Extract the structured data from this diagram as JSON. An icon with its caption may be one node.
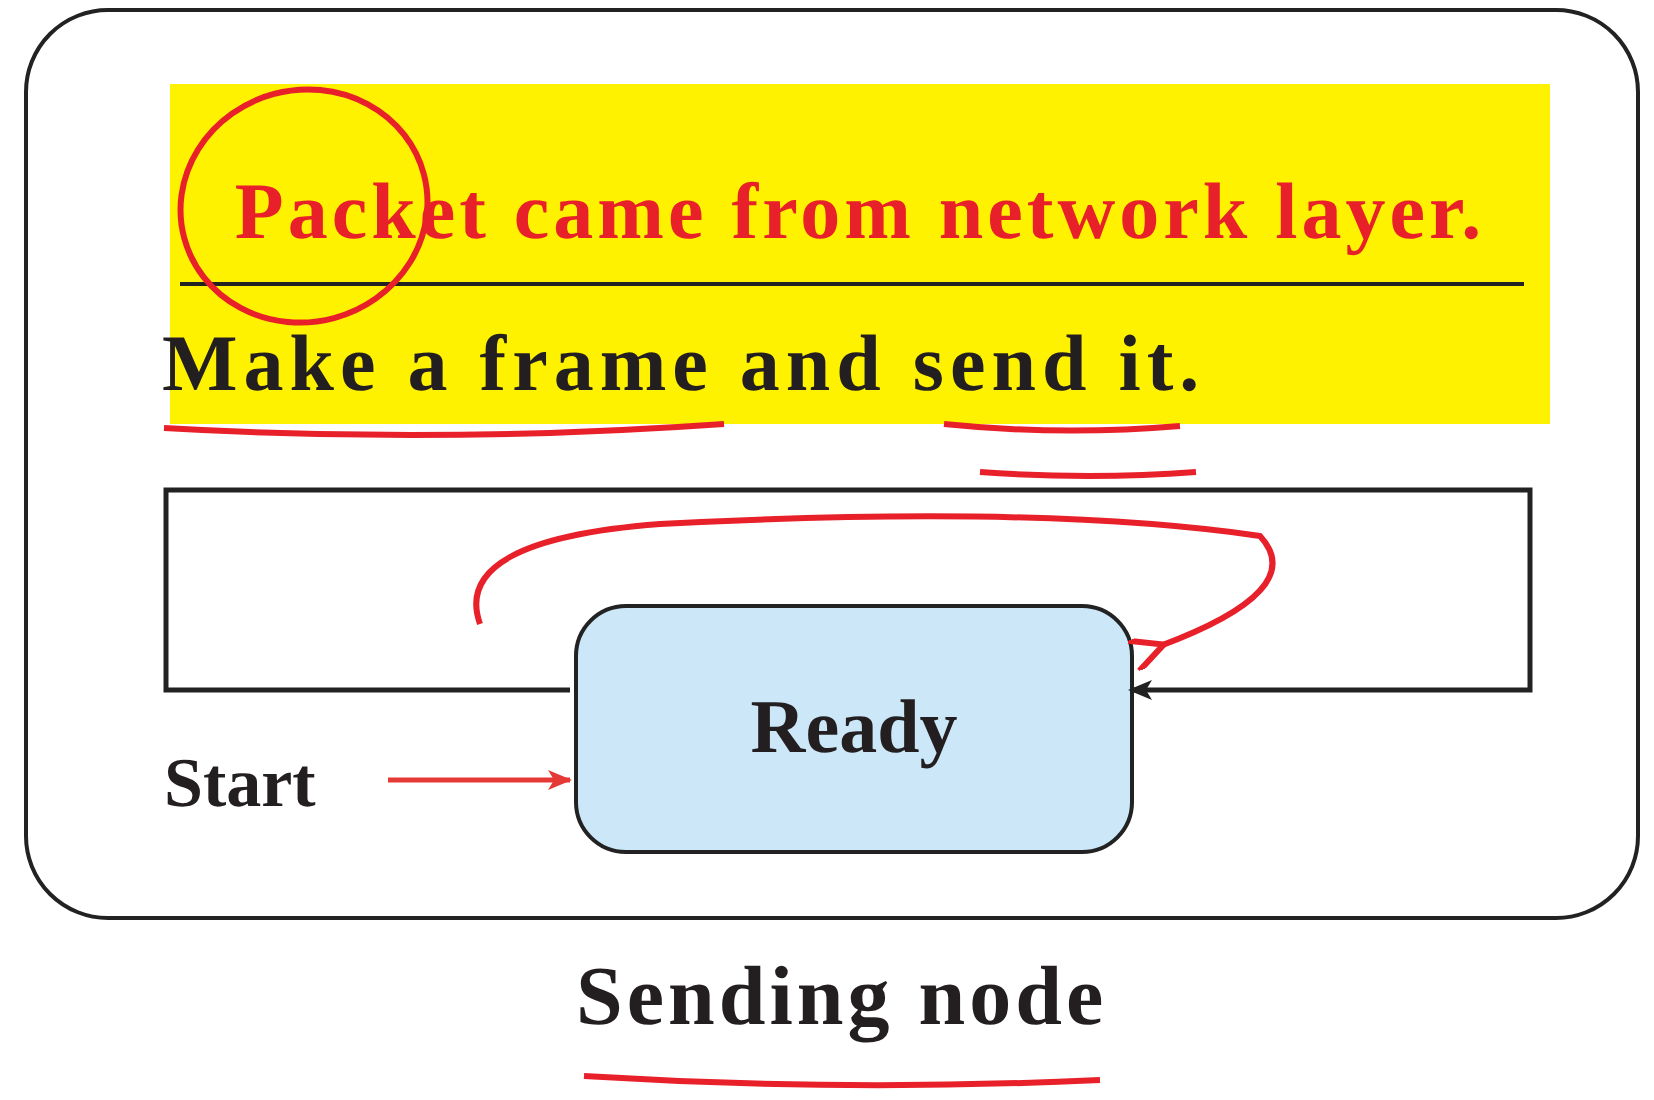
{
  "diagram": {
    "nodes": [
      {
        "text": [],
        "shape": "box",
        "beside": [
          "Sending node"
        ]
      },
      {
        "text": [
          "Packet came from network layer.",
          "Make a frame and send it."
        ],
        "in": 0
      },
      {
        "text": [
          "Ready"
        ],
        "in": 0
      },
      {
        "text": [
          "Start"
        ],
        "in": 0
      }
    ],
    "edges": [
      {
        "from": 3,
        "to": 2,
        "arrow": "to",
        "color": "#e53935"
      },
      {
        "from": 2,
        "to": 2,
        "arrow": "to",
        "color": "#222222"
      }
    ]
  }
}
